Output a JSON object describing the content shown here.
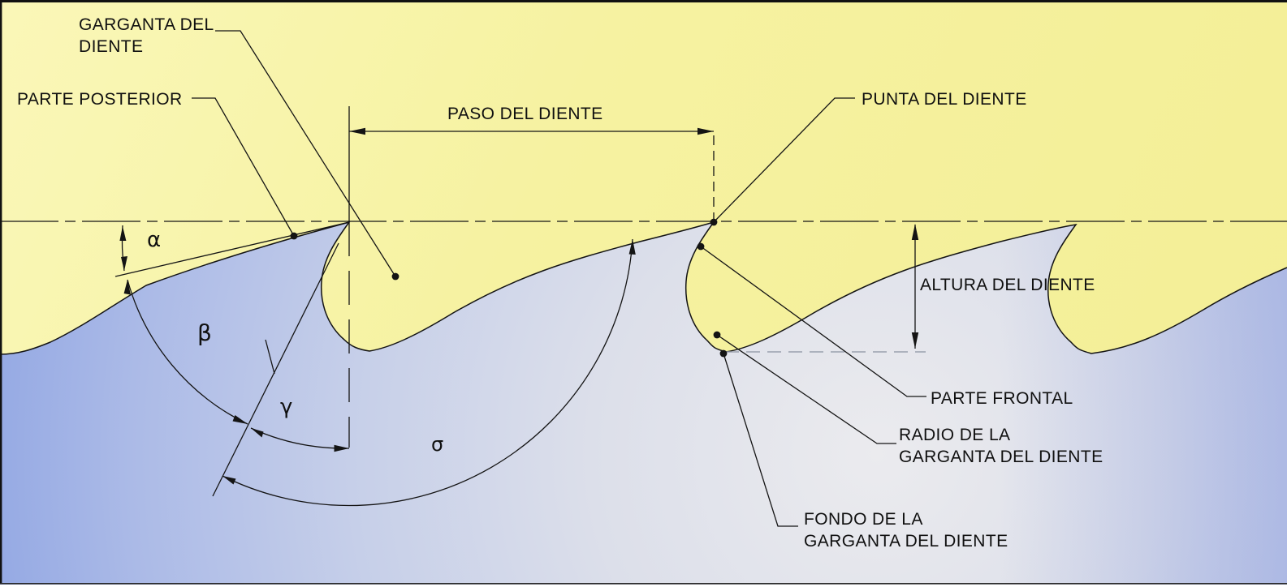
{
  "diagram": {
    "title_implicit": "Geometría del diente de sierra",
    "labels": {
      "gullet": "GARGANTA DEL\nDIENTE",
      "back": "PARTE POSTERIOR",
      "pitch": "PASO DEL DIENTE",
      "tip": "PUNTA DEL DIENTE",
      "height": "ALTURA DEL DIENTE",
      "front": "PARTE FRONTAL",
      "gullet_radius": "RADIO DE LA\nGARGANTA DEL DIENTE",
      "gullet_bottom": "FONDO DE LA\nGARGANTA DEL DIENTE"
    },
    "angles": {
      "clearance": "α",
      "wedge": "β",
      "rake": "γ",
      "gullet_angle": "σ"
    },
    "colors": {
      "material_yellow": "#F6F2A1",
      "material_yellow_light": "#FAF7B8",
      "body_light": "#EBEBEE",
      "body_mid": "#C6CFE9",
      "body_blue": "#8AA1E2",
      "line": "#141414",
      "text": "#101010",
      "reference_gray": "#9AA0AD"
    }
  }
}
